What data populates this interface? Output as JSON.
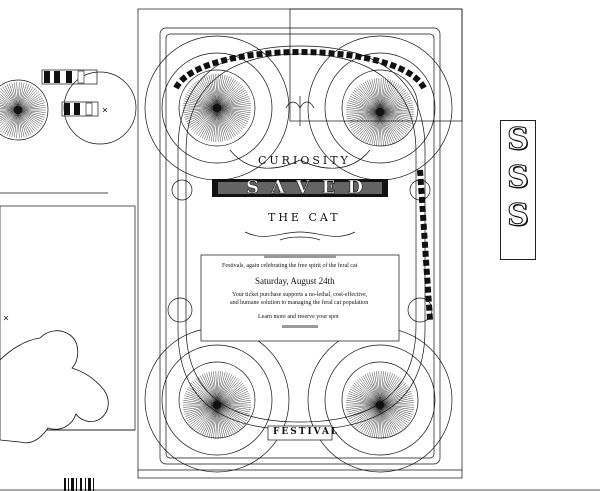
{
  "poster": {
    "word_top": "CURIOSITY",
    "word_middle": "SAVED",
    "word_bottom": "THE CAT",
    "intro_line": "Festivals, again celebrating the free spirit of the feral cat",
    "date_line": "Saturday, August 24th",
    "body_line_1": "Your ticket purchase supports a no-lethal, cost-effective,",
    "body_line_2": "and humane solution to managing the feral cat population",
    "cta_line": "Learn more and reserve your spot",
    "footer_banner": "FESTIVAL"
  },
  "side_panel": {
    "letters": [
      "S",
      "S",
      "S"
    ]
  },
  "colors": {
    "stroke": "#111111",
    "accent_gray": "#9a9a9a",
    "background": "#ffffff"
  },
  "icons": [
    "sunburst-ornament",
    "cross-marker",
    "barcode-icon",
    "cat-silhouette"
  ]
}
